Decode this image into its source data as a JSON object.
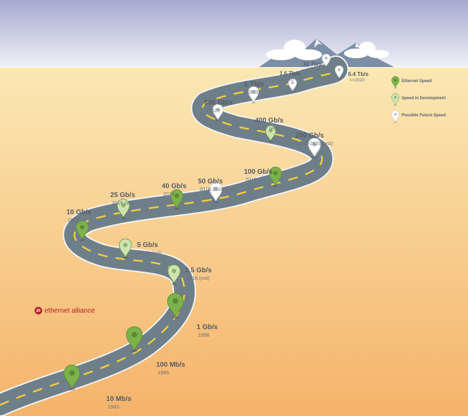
{
  "colors": {
    "sky_top": "#a5a9cf",
    "sky_bottom": "#eff0f6",
    "ground_top": "#fbe8b4",
    "ground_bottom": "#f5b36a",
    "road": "#6f7f8a",
    "road_edge": "#f4f4f4",
    "dash": "#f4cf3a",
    "pin_current": "#7db14b",
    "pin_development": "#cfe3b1",
    "pin_future": "#ffffff",
    "brand": "#b3202a"
  },
  "legend": [
    {
      "kind": "current",
      "icon": "pin-icon",
      "label": "Ethernet Speed"
    },
    {
      "kind": "development",
      "icon": "pin-icon",
      "label": "Speed in Development"
    },
    {
      "kind": "future",
      "icon": "pin-icon",
      "label": "Possible Future Speed"
    }
  ],
  "milestones": [
    {
      "speed": "10 Mb/s",
      "year": "1983",
      "kind": "current"
    },
    {
      "speed": "100 Mb/s",
      "year": "1995",
      "kind": "current"
    },
    {
      "speed": "1 Gb/s",
      "year": "1998",
      "kind": "current"
    },
    {
      "speed": "2.5 Gb/s",
      "year": "2016 (est)",
      "kind": "development"
    },
    {
      "speed": "5 Gb/s",
      "year": "2016 (est)",
      "kind": "development"
    },
    {
      "speed": "10 Gb/s",
      "year": "2002",
      "kind": "current"
    },
    {
      "speed": "25 Gb/s",
      "year": "2016 (est)",
      "kind": "development"
    },
    {
      "speed": "40 Gb/s",
      "year": "2010",
      "kind": "current"
    },
    {
      "speed": "50 Gb/s",
      "year": "2018-2020 (est)",
      "kind": "future"
    },
    {
      "speed": "100 Gb/s",
      "year": "2010",
      "kind": "current"
    },
    {
      "speed": "200 Gb/s",
      "year": "2018-2020 (est)",
      "kind": "future"
    },
    {
      "speed": "400 Gb/s",
      "year": "2017 (est)",
      "kind": "development"
    },
    {
      "speed": "800 Gb/s",
      "year": ">2020",
      "kind": "future"
    },
    {
      "speed": "1 Tb/s",
      "year": ">2020",
      "kind": "future"
    },
    {
      "speed": "1.6 Tb/s",
      "year": ">2020",
      "kind": "future"
    },
    {
      "speed": "6.4 Tb/s",
      "year": ">>2020",
      "kind": "future"
    },
    {
      "speed": "10 Tb/s",
      "year": "",
      "kind": "future"
    }
  ],
  "brand": {
    "icon": "ethernet-alliance-logo-icon",
    "text": "ethernet alliance"
  }
}
